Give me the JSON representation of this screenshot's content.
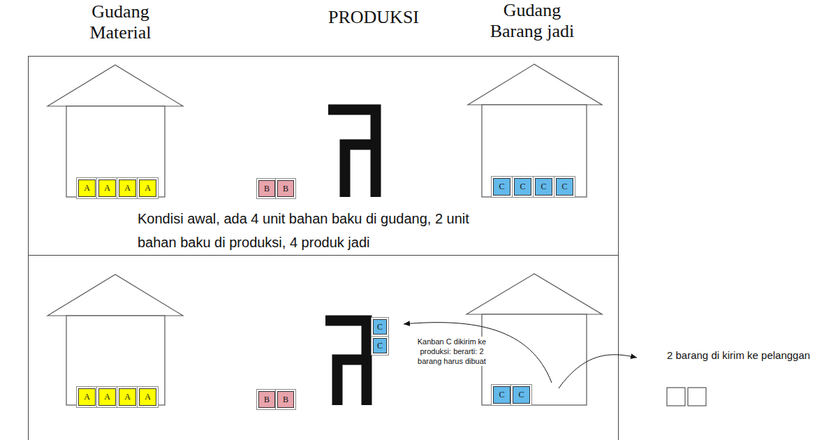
{
  "diagram": {
    "nodes": [
      {
        "text": [
          "A"
        ]
      },
      {
        "text": [
          "A"
        ]
      },
      {
        "text": [
          "A"
        ]
      },
      {
        "text": [
          "A"
        ]
      },
      {
        "text": [
          "B"
        ]
      },
      {
        "text": [
          "B"
        ]
      },
      {
        "text": [
          "C"
        ]
      },
      {
        "text": [
          "C"
        ]
      },
      {
        "text": [
          "C"
        ]
      },
      {
        "text": [
          "C"
        ]
      },
      {
        "text": [
          "A"
        ]
      },
      {
        "text": [
          "A"
        ]
      },
      {
        "text": [
          "A"
        ]
      },
      {
        "text": [
          "A"
        ]
      },
      {
        "text": [
          "B"
        ]
      },
      {
        "text": [
          "B"
        ]
      },
      {
        "text": [
          "C"
        ]
      },
      {
        "text": [
          "C"
        ]
      },
      {
        "text": [
          "C"
        ]
      },
      {
        "text": [
          "C"
        ]
      }
    ],
    "labels": [
      "Gudang Material",
      "PRODUKSI",
      "Gudang Barang jadi",
      "Kondisi awal, ada 4 unit bahan baku di gudang, 2 unit bahan baku di produksi, 4 produk jadi",
      "Kanban C dikirim ke produksi: berarti: 2 barang harus dibuat",
      "2 barang di kirim ke pelanggan"
    ]
  }
}
